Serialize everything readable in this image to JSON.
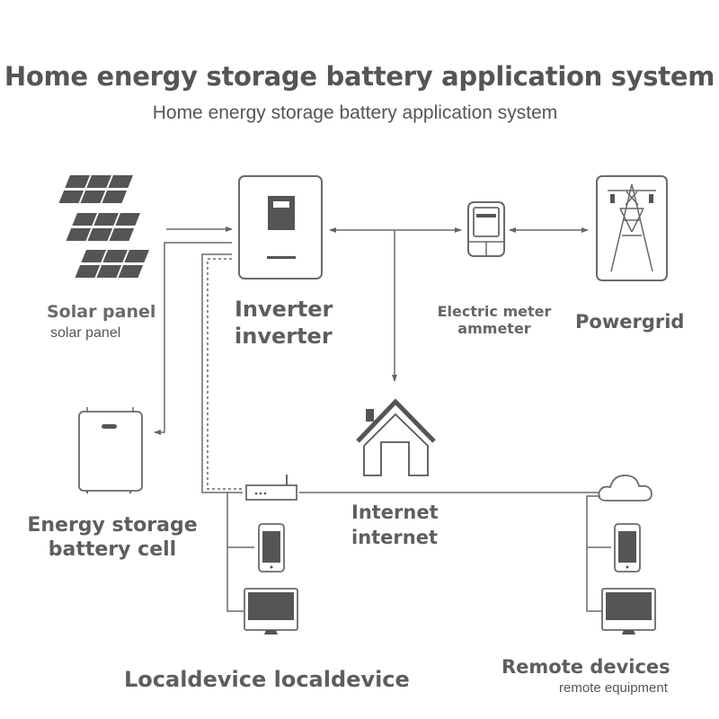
{
  "header": {
    "title": "Home energy storage battery application system",
    "subtitle": "Home energy storage battery application system"
  },
  "nodes": {
    "solar_panel": {
      "label": "Solar panel",
      "sublabel": "solar panel",
      "icon": "solar-panel-icon"
    },
    "inverter": {
      "label": "Inverter",
      "sublabel": "inverter",
      "icon": "inverter-icon"
    },
    "electric_meter": {
      "label": "Electric meter",
      "sublabel": "ammeter",
      "icon": "electric-meter-icon"
    },
    "powergrid": {
      "label": "Powergrid",
      "icon": "transmission-tower-icon"
    },
    "battery": {
      "label": "Energy storage",
      "sublabel": "battery cell",
      "icon": "battery-cabinet-icon"
    },
    "home": {
      "icon": "house-icon"
    },
    "internet": {
      "label": "Internet",
      "sublabel": "internet",
      "icon": "router-icon"
    },
    "cloud": {
      "icon": "cloud-icon"
    },
    "local_devices": {
      "label": "Localdevice localdevice",
      "icons": [
        "smartphone-icon",
        "monitor-icon"
      ]
    },
    "remote_devices": {
      "label": "Remote devices",
      "sublabel": "remote equipment",
      "icons": [
        "smartphone-icon",
        "monitor-icon"
      ]
    }
  },
  "colors": {
    "line": "#6a6a6a",
    "fill": "#555555",
    "text": "#5a5a5a"
  }
}
